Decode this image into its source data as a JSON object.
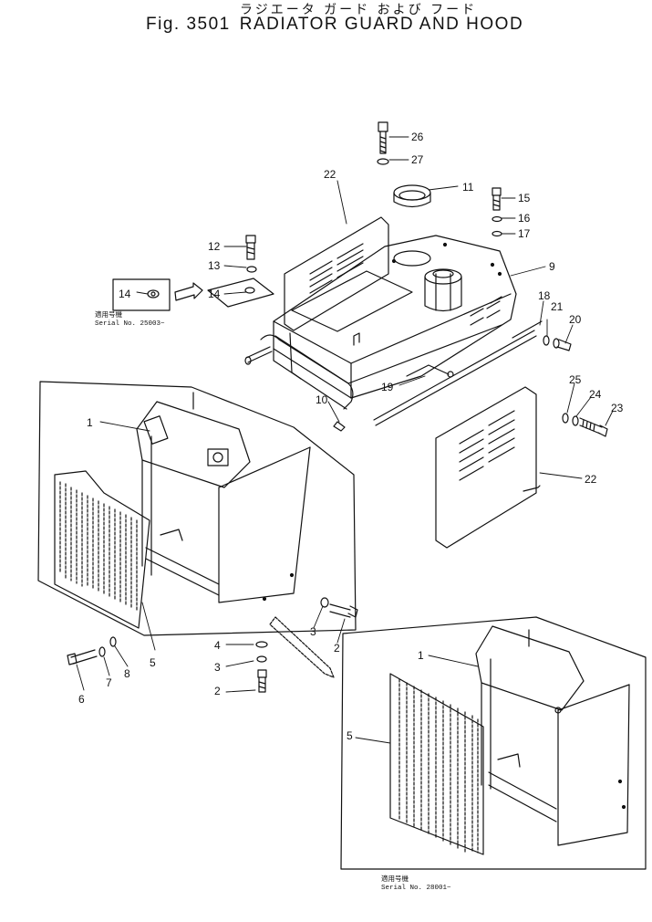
{
  "title_jp": "ラジエータ ガード および フード",
  "figure_number": "Fig. 3501",
  "figure_title": "RADIATOR GUARD AND HOOD",
  "callouts": [
    "1",
    "2",
    "3",
    "4",
    "5",
    "6",
    "7",
    "8",
    "9",
    "10",
    "11",
    "12",
    "13",
    "14",
    "15",
    "16",
    "17",
    "18",
    "19",
    "20",
    "21",
    "22",
    "23",
    "24",
    "25",
    "26",
    "27"
  ],
  "notes": {
    "left_jp": "適用号機",
    "left_serial": "Serial No. 25003~",
    "bottom_jp": "適用号機",
    "bottom_serial": "Serial No. 28001~"
  }
}
